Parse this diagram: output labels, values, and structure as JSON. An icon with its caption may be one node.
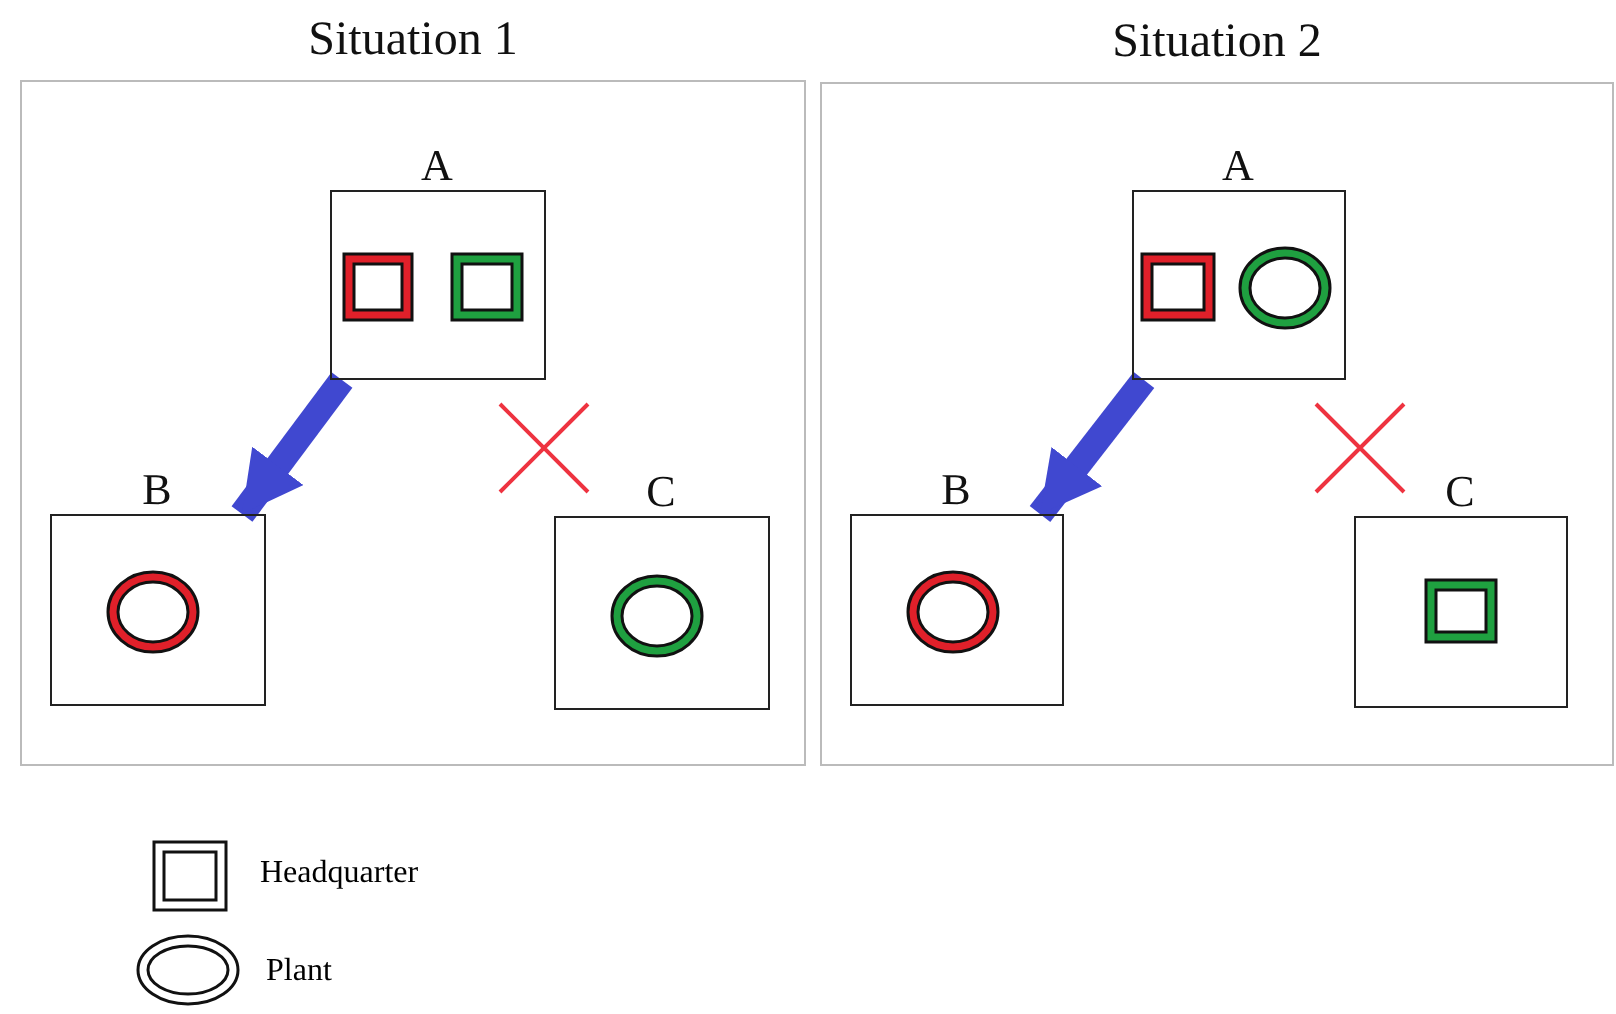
{
  "diagram": {
    "nodes": [
      {
        "text": [
          "Situation 1"
        ]
      },
      {
        "text": [
          "A"
        ],
        "in": 0
      },
      {
        "text": [],
        "shape": "box",
        "in": 1
      },
      {
        "text": [],
        "shape": "box",
        "in": 1
      },
      {
        "text": [
          "B"
        ],
        "in": 0
      },
      {
        "text": [],
        "shape": "circle",
        "in": 4
      },
      {
        "text": [
          "C"
        ],
        "in": 0
      },
      {
        "text": [],
        "shape": "circle",
        "in": 6
      },
      {
        "text": [
          "Situation 2"
        ]
      },
      {
        "text": [
          "A"
        ],
        "in": 8
      },
      {
        "text": [],
        "shape": "box",
        "in": 9
      },
      {
        "text": [],
        "shape": "circle",
        "in": 9
      },
      {
        "text": [
          "B"
        ],
        "in": 8
      },
      {
        "text": [],
        "shape": "circle",
        "in": 12
      },
      {
        "text": [
          "C"
        ],
        "in": 8
      },
      {
        "text": [],
        "shape": "box",
        "in": 14
      }
    ],
    "edges": [
      {
        "from": 1,
        "to": 4,
        "arrow": "to"
      },
      {
        "from": 9,
        "to": 12,
        "arrow": "to"
      }
    ],
    "legend": [
      {
        "text": "Headquarter"
      },
      {
        "text": "Plant"
      }
    ]
  }
}
